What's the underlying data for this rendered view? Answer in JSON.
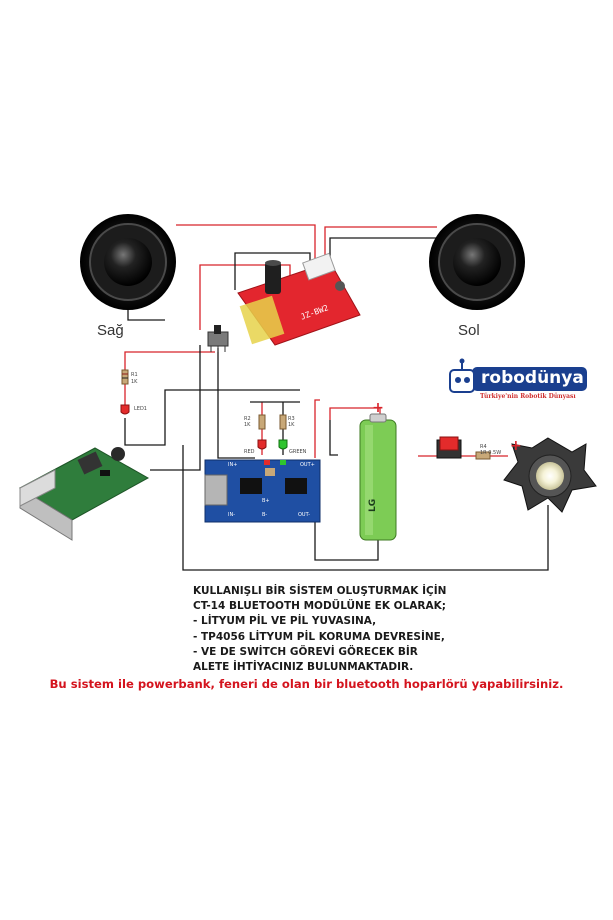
{
  "labels": {
    "speaker_right": "Sağ",
    "speaker_left": "Sol",
    "bt_module": "JZ-BW2",
    "battery": "LG",
    "resistor_r1": "R1",
    "resistor_r1_val": "1K",
    "led1": "LED1",
    "resistor_r2": "R2",
    "resistor_r2_val": "1K",
    "resistor_r3": "R3",
    "resistor_r3_val": "1K",
    "led_red": "RED",
    "led_green": "GREEN",
    "resistor_r4": "R4",
    "resistor_r4_val": "1R 0.5W",
    "tp_in_plus": "IN+",
    "tp_in_minus": "IN-",
    "tp_b_plus": "B+",
    "tp_b_minus": "B-",
    "tp_out_plus": "OUT+",
    "tp_out_minus": "OUT-"
  },
  "logo": {
    "name": "robodünya",
    "tagline": "Türkiye'nin Robotik Dünyası"
  },
  "note_lines": [
    "KULLANIŞLI BİR SİSTEM OLUŞTURMAK İÇİN",
    "CT-14 BLUETOOTH MODÜLÜNE EK OLARAK;",
    "- LİTYUM PİL VE PİL YUVASINA,",
    "- TP4056 LİTYUM PİL KORUMA DEVRESİNE,",
    "- VE DE SWİTCH GÖREVİ GÖRECEK BİR",
    "ALETE İHTİYACINIZ BULUNMAKTADIR."
  ],
  "footer_note": "Bu sistem ile powerbank, feneri de olan bir bluetooth hoparlörü yapabilirsiniz.",
  "colors": {
    "wire_red": "#d8242b",
    "wire_black": "#1a1a1a",
    "bt_board": "#e3262e",
    "battery_green": "#7dcc55",
    "pcb_blue": "#1f4fa3",
    "pcb_green": "#2f7d3c",
    "note_red": "#d4141e"
  }
}
